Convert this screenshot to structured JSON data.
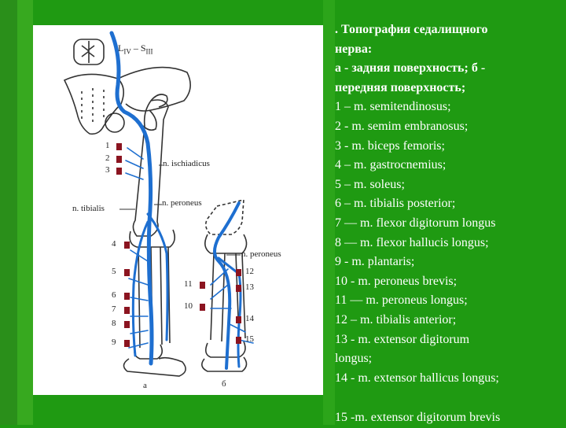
{
  "figure": {
    "spine_label": "L",
    "spine_sub1": "IV",
    "spine_dash": " – S",
    "spine_sub2": "III",
    "label_ischiadicus": "n. ischiadicus",
    "label_peroneus_a": "n. peroneus",
    "label_tibialis": "n. tibialis",
    "label_peroneus_b": "n. peroneus",
    "caption_a": "а",
    "caption_b": "б",
    "numbers_a": [
      "1",
      "2",
      "3",
      "4",
      "5",
      "6",
      "7",
      "8",
      "9"
    ],
    "numbers_b_left": [
      "11",
      "10"
    ],
    "numbers_b_right": [
      "12",
      "13",
      "14",
      "15"
    ]
  },
  "text": {
    "title_line1": ". Топография седалищного",
    "title_line2": "нерва:",
    "title_line3": "а - задняя поверхность; б -",
    "title_line4": "передняя поверхность;",
    "items": [
      " 1 – m. semitendinosus;",
      "2 - m. semim embranosus;",
      "3 - m. biceps femoris;",
      " 4 – m. gastrocnemius;",
      "5 – m. soleus;",
      "6 – m. tibialis posterior;",
      " 7 — m. flexor digitorum longus",
      " 8 — m. flexor hallucis longus;",
      " 9 - m. plantaris;",
      "10 - m. peroneus brevis;",
      "11 — m. peroneus longus;",
      "12 – m. tibialis anterior;",
      "13 - m. extensor digitorum",
      "longus;",
      " 14 - m. extensor hallicus longus;"
    ],
    "last_item": " 15 -m. extensor digitorum brevis"
  },
  "colors": {
    "background": "#1f9a12",
    "nerve": "#1e6fd0",
    "marker": "#8b1420",
    "bone_outline": "#333333"
  }
}
